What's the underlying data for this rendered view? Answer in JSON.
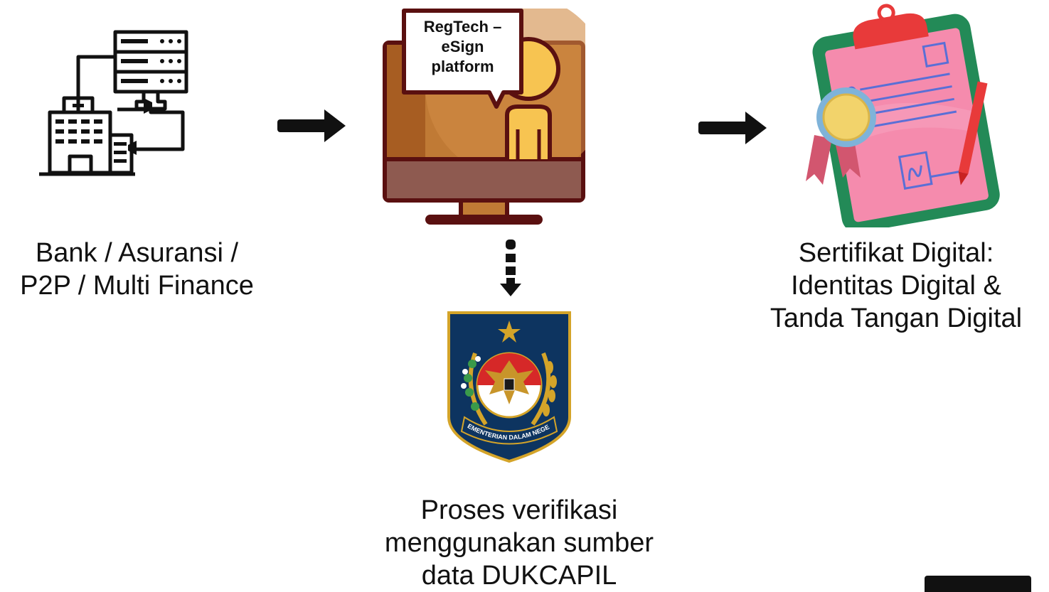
{
  "nodes": {
    "bank": {
      "icon": "bank-server-network-icon",
      "lines": [
        "Bank / Asuransi /",
        "P2P / Multi Finance"
      ]
    },
    "platform": {
      "icon": "monitor-person-icon",
      "bubble_lines": [
        "RegTech –",
        "eSign",
        "platform"
      ]
    },
    "certificate": {
      "icon": "clipboard-certificate-icon",
      "lines": [
        "Sertifikat Digital:",
        "Identitas Digital &",
        "Tanda Tangan Digital"
      ]
    },
    "dukcapil": {
      "icon": "kementerian-dalam-negeri-emblem",
      "emblem_text": "KEMENTERIAN DALAM NEGERI",
      "lines": [
        "Proses verifikasi",
        "menggunakan sumber",
        "data DUKCAPIL"
      ]
    }
  },
  "edges": [
    {
      "from": "bank",
      "to": "platform",
      "style": "solid"
    },
    {
      "from": "platform",
      "to": "certificate",
      "style": "solid"
    },
    {
      "from": "platform",
      "to": "dukcapil",
      "style": "dashed"
    }
  ],
  "colors": {
    "monitor_frame": "#5a1010",
    "monitor_screen": "#c07a35",
    "person": "#f7c451",
    "bubble": "#ffffff",
    "clipboard": "#238a57",
    "paper": "#f58bad",
    "clip": "#e83a3a",
    "medal": "#f2d36b",
    "emblem_blue": "#0d3460",
    "emblem_gold": "#d4a429",
    "arrow": "#111111"
  }
}
